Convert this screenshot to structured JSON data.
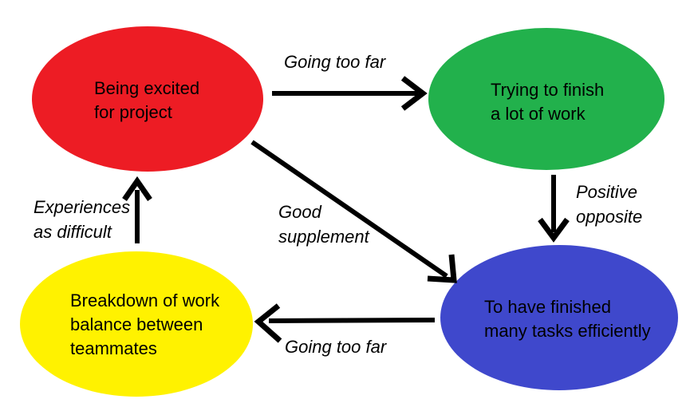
{
  "background": "#ffffff",
  "colors": {
    "red": "#ED1C24",
    "green": "#22B14C",
    "blue": "#3F48CC",
    "yellow": "#FFF200",
    "arrow": "#000000",
    "text": "#000000"
  },
  "nodes": [
    {
      "id": "excited",
      "text": "Being excited\nfor project",
      "color": "#ED1C24"
    },
    {
      "id": "trying",
      "text": "Trying to finish\na lot of work",
      "color": "#22B14C"
    },
    {
      "id": "finished",
      "text": "To have finished\nmany tasks efficiently",
      "color": "#3F48CC"
    },
    {
      "id": "breakdown",
      "text": "Breakdown of work\nbalance between\nteammates",
      "color": "#FFF200"
    }
  ],
  "edges": [
    {
      "from": "excited",
      "to": "trying",
      "label": "Going too far"
    },
    {
      "from": "trying",
      "to": "finished",
      "label": "Positive\nopposite"
    },
    {
      "from": "excited",
      "to": "finished",
      "label": "Good\nsupplement"
    },
    {
      "from": "finished",
      "to": "breakdown",
      "label": "Going too far"
    },
    {
      "from": "breakdown",
      "to": "excited",
      "label": "Experiences\nas difficult"
    }
  ]
}
